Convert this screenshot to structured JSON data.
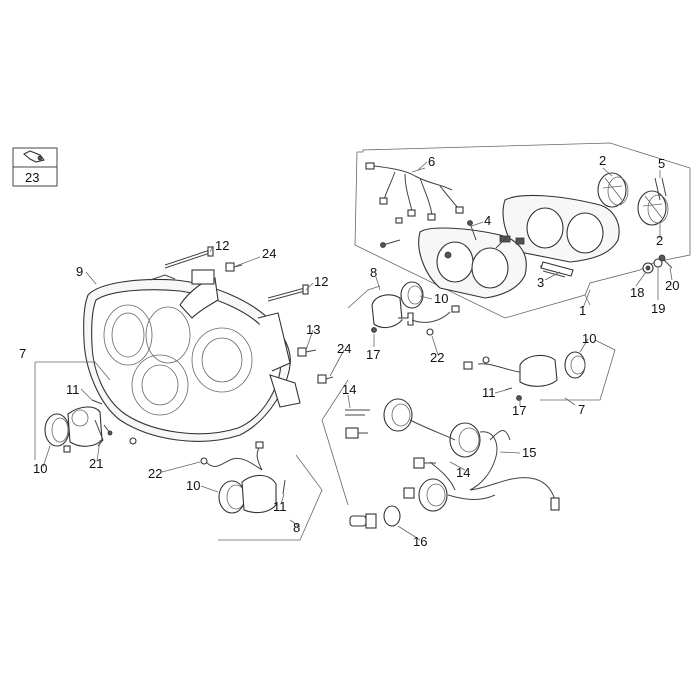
{
  "callouts": [
    {
      "id": "c23",
      "text": "23"
    },
    {
      "id": "c6",
      "text": "6"
    },
    {
      "id": "c2a",
      "text": "2"
    },
    {
      "id": "c5",
      "text": "5"
    },
    {
      "id": "c4",
      "text": "4"
    },
    {
      "id": "c2b",
      "text": "2"
    },
    {
      "id": "c12a",
      "text": "12"
    },
    {
      "id": "c24a",
      "text": "24"
    },
    {
      "id": "c9",
      "text": "9"
    },
    {
      "id": "c12b",
      "text": "12"
    },
    {
      "id": "c8a",
      "text": "8"
    },
    {
      "id": "c3",
      "text": "3"
    },
    {
      "id": "c18",
      "text": "18"
    },
    {
      "id": "c20",
      "text": "20"
    },
    {
      "id": "c10a",
      "text": "10"
    },
    {
      "id": "c1",
      "text": "1"
    },
    {
      "id": "c19",
      "text": "19"
    },
    {
      "id": "c13",
      "text": "13"
    },
    {
      "id": "c7a",
      "text": "7"
    },
    {
      "id": "c24b",
      "text": "24"
    },
    {
      "id": "c17a",
      "text": "17"
    },
    {
      "id": "c10b",
      "text": "10"
    },
    {
      "id": "c22a",
      "text": "22"
    },
    {
      "id": "c11a",
      "text": "11"
    },
    {
      "id": "c14a",
      "text": "14"
    },
    {
      "id": "c11b",
      "text": "11"
    },
    {
      "id": "c17b",
      "text": "17"
    },
    {
      "id": "c7b",
      "text": "7"
    },
    {
      "id": "c15",
      "text": "15"
    },
    {
      "id": "c21",
      "text": "21"
    },
    {
      "id": "c10c",
      "text": "10"
    },
    {
      "id": "c22b",
      "text": "22"
    },
    {
      "id": "c14b",
      "text": "14"
    },
    {
      "id": "c10d",
      "text": "10"
    },
    {
      "id": "c11c",
      "text": "11"
    },
    {
      "id": "c8b",
      "text": "8"
    },
    {
      "id": "c16",
      "text": "16"
    }
  ]
}
